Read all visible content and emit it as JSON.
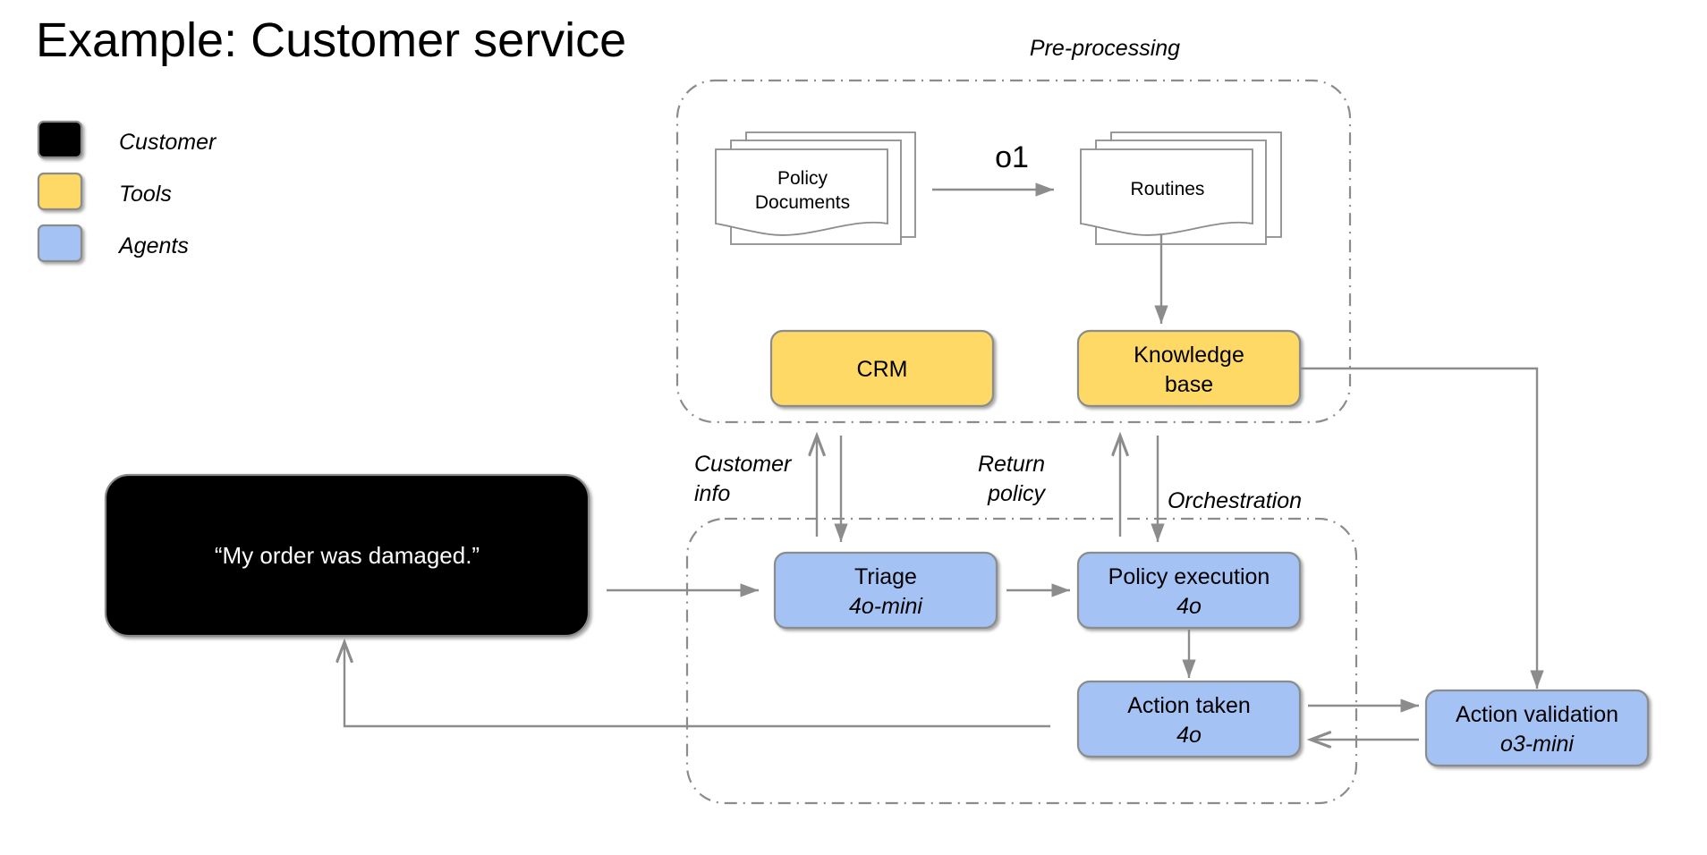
{
  "title": "Example: Customer service",
  "colors": {
    "customer": "#000000",
    "tools": "#FFD966",
    "agents": "#A4C2F4",
    "stroke": "#8C8C8C",
    "background": "#FFFFFF"
  },
  "legend": {
    "items": [
      {
        "swatch": "customer-swatch",
        "label": "Customer",
        "color": "#000000"
      },
      {
        "swatch": "tools-swatch",
        "label": "Tools",
        "color": "#FFD966"
      },
      {
        "swatch": "agents-swatch",
        "label": "Agents",
        "color": "#A4C2F4"
      }
    ]
  },
  "groups": {
    "preprocessing": {
      "label": "Pre-processing"
    },
    "orchestration": {
      "label": "Orchestration"
    }
  },
  "preprocessing": {
    "policy_documents": {
      "line1": "Policy",
      "line2": "Documents"
    },
    "routines": {
      "line1": "Routines"
    },
    "transform_model": "o1"
  },
  "tools": [
    {
      "id": "crm",
      "line1": "CRM",
      "line2": ""
    },
    {
      "id": "knowledge-base",
      "line1": "Knowledge",
      "line2": "base"
    }
  ],
  "customer": {
    "message": "“My order was damaged.”"
  },
  "agents": [
    {
      "id": "triage",
      "name": "Triage",
      "model": "4o-mini"
    },
    {
      "id": "policy-execution",
      "name": "Policy execution",
      "model": "4o"
    },
    {
      "id": "action-taken",
      "name": "Action taken",
      "model": "4o"
    },
    {
      "id": "action-validation",
      "name": "Action validation",
      "model": "o3-mini"
    }
  ],
  "edge_labels": {
    "customer_info": {
      "line1": "Customer",
      "line2": "info"
    },
    "return_policy": {
      "line1": "Return",
      "line2": "policy"
    }
  }
}
